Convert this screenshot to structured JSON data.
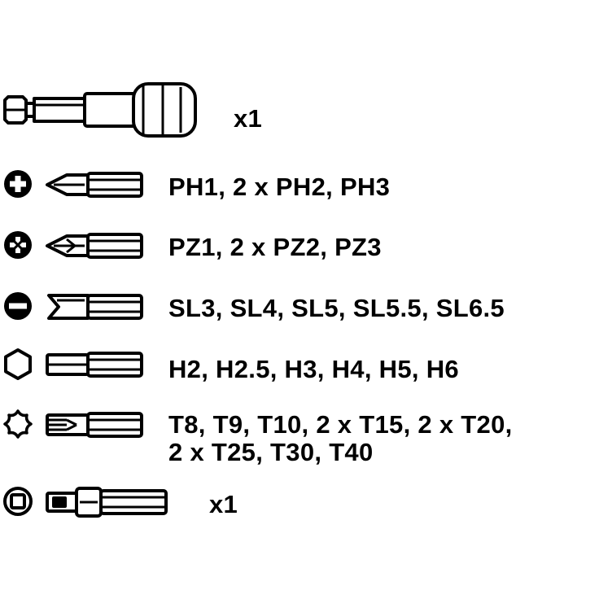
{
  "items": [
    {
      "icon": "bit-holder-icon",
      "label": "x1"
    },
    {
      "icon": "phillips-icon",
      "label": "PH1, 2 x PH2, PH3"
    },
    {
      "icon": "pozidriv-icon",
      "label": "PZ1, 2 x PZ2, PZ3"
    },
    {
      "icon": "slotted-icon",
      "label": "SL3, SL4, SL5, SL5.5, SL6.5"
    },
    {
      "icon": "hex-icon",
      "label": "H2, H2.5, H3, H4, H5, H6"
    },
    {
      "icon": "torx-icon",
      "label_line1": "T8, T9, T10, 2 x T15, 2 x T20,",
      "label_line2": "2 x T25, T30, T40"
    },
    {
      "icon": "square-drive-icon",
      "label": "x1"
    }
  ]
}
